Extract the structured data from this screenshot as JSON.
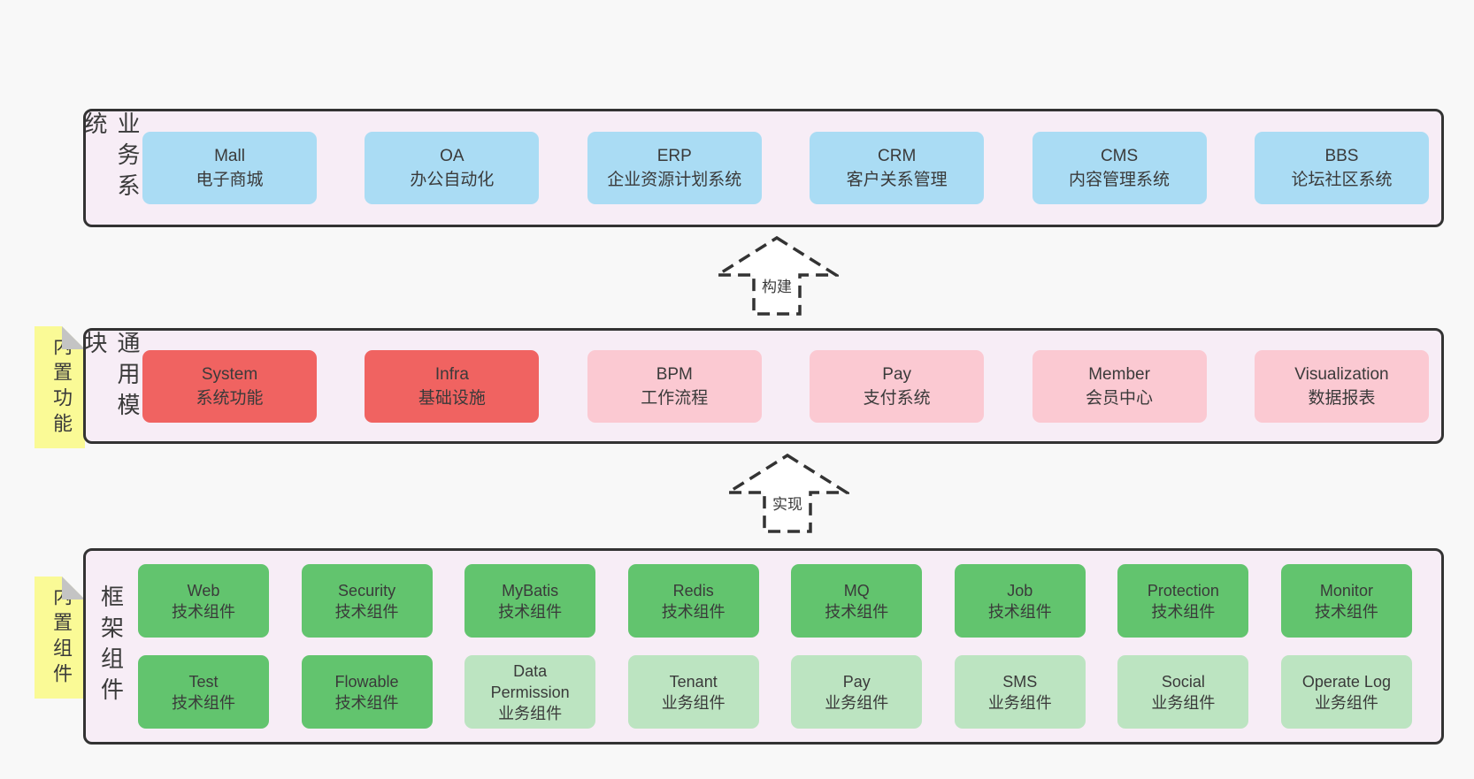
{
  "colors": {
    "page_bg": "#f8f8f8",
    "panel_bg": "#f7edf6",
    "panel_border": "#333333",
    "text": "#3a3a3a",
    "blue": "#aadcf4",
    "red": "#f06361",
    "pink": "#fbc9d2",
    "green_dark": "#62c46e",
    "green_light": "#bce4c1",
    "sticky_yellow": "#fafa96",
    "sticky_fold": "#c4c4c4",
    "arrow_fill": "#ffffff"
  },
  "sections": {
    "business": {
      "label": "业务系统",
      "items": [
        {
          "name": "Mall",
          "desc": "电子商城",
          "variant": "blue"
        },
        {
          "name": "OA",
          "desc": "办公自动化",
          "variant": "blue"
        },
        {
          "name": "ERP",
          "desc": "企业资源计划系统",
          "variant": "blue"
        },
        {
          "name": "CRM",
          "desc": "客户关系管理",
          "variant": "blue"
        },
        {
          "name": "CMS",
          "desc": "内容管理系统",
          "variant": "blue"
        },
        {
          "name": "BBS",
          "desc": "论坛社区系统",
          "variant": "blue"
        }
      ]
    },
    "modules": {
      "label": "通用模块",
      "sticky": "内置功能",
      "items": [
        {
          "name": "System",
          "desc": "系统功能",
          "variant": "red"
        },
        {
          "name": "Infra",
          "desc": "基础设施",
          "variant": "red"
        },
        {
          "name": "BPM",
          "desc": "工作流程",
          "variant": "pink"
        },
        {
          "name": "Pay",
          "desc": "支付系统",
          "variant": "pink"
        },
        {
          "name": "Member",
          "desc": "会员中心",
          "variant": "pink"
        },
        {
          "name": "Visualization",
          "desc": "数据报表",
          "variant": "pink"
        }
      ]
    },
    "components": {
      "label": "框架组件",
      "sticky": "内置组件",
      "rows": [
        [
          {
            "name": "Web",
            "desc": "技术组件",
            "variant": "green-dark"
          },
          {
            "name": "Security",
            "desc": "技术组件",
            "variant": "green-dark"
          },
          {
            "name": "MyBatis",
            "desc": "技术组件",
            "variant": "green-dark"
          },
          {
            "name": "Redis",
            "desc": "技术组件",
            "variant": "green-dark"
          },
          {
            "name": "MQ",
            "desc": "技术组件",
            "variant": "green-dark"
          },
          {
            "name": "Job",
            "desc": "技术组件",
            "variant": "green-dark"
          },
          {
            "name": "Protection",
            "desc": "技术组件",
            "variant": "green-dark"
          },
          {
            "name": "Monitor",
            "desc": "技术组件",
            "variant": "green-dark"
          }
        ],
        [
          {
            "name": "Test",
            "desc": "技术组件",
            "variant": "green-dark"
          },
          {
            "name": "Flowable",
            "desc": "技术组件",
            "variant": "green-dark"
          },
          {
            "name": "Data Permission",
            "desc": "业务组件",
            "variant": "green-light"
          },
          {
            "name": "Tenant",
            "desc": "业务组件",
            "variant": "green-light"
          },
          {
            "name": "Pay",
            "desc": "业务组件",
            "variant": "green-light"
          },
          {
            "name": "SMS",
            "desc": "业务组件",
            "variant": "green-light"
          },
          {
            "name": "Social",
            "desc": "业务组件",
            "variant": "green-light"
          },
          {
            "name": "Operate Log",
            "desc": "业务组件",
            "variant": "green-light"
          }
        ]
      ]
    }
  },
  "arrows": {
    "build": {
      "label": "构建"
    },
    "implement": {
      "label": "实现"
    }
  }
}
